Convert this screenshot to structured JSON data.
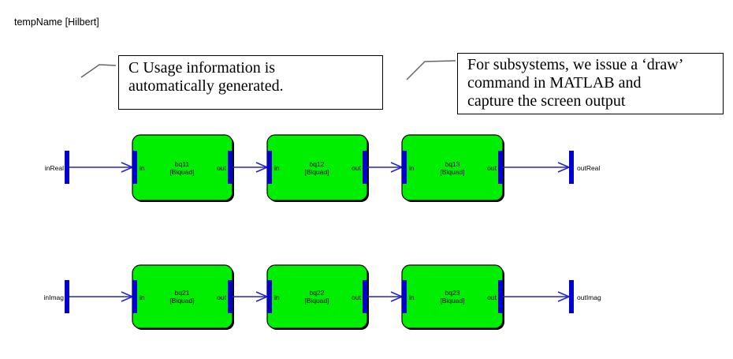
{
  "title": "tempName [Hilbert]",
  "callouts": [
    {
      "lines": [
        "C Usage information is",
        "automatically generated."
      ]
    },
    {
      "lines": [
        "For subsystems, we issue a ‘draw’",
        "command in MATLAB and",
        "capture the screen output"
      ]
    }
  ],
  "diagram": {
    "rows": [
      {
        "input_label": "inReal",
        "output_label": "outReal",
        "blocks": [
          {
            "name": "bq11",
            "sublabel": "[Biquad]",
            "in_port": "in",
            "out_port": "out"
          },
          {
            "name": "bq12",
            "sublabel": "[Biquad]",
            "in_port": "in",
            "out_port": "out"
          },
          {
            "name": "bq13",
            "sublabel": "[Biquad]",
            "in_port": "in",
            "out_port": "out"
          }
        ]
      },
      {
        "input_label": "inImag",
        "output_label": "outImag",
        "blocks": [
          {
            "name": "bq21",
            "sublabel": "[Biquad]",
            "in_port": "in",
            "out_port": "out"
          },
          {
            "name": "bq22",
            "sublabel": "[Biquad]",
            "in_port": "in",
            "out_port": "out"
          },
          {
            "name": "bq23",
            "sublabel": "[Biquad]",
            "in_port": "in",
            "out_port": "out"
          }
        ]
      }
    ],
    "palette": {
      "block_fill": "#00ee00",
      "block_border": "#000000",
      "port_bar": "#0000cf",
      "signal_line": "#2323cf",
      "callout_border": "#000000",
      "leader_line": "#666666",
      "background": "#ffffff"
    }
  }
}
